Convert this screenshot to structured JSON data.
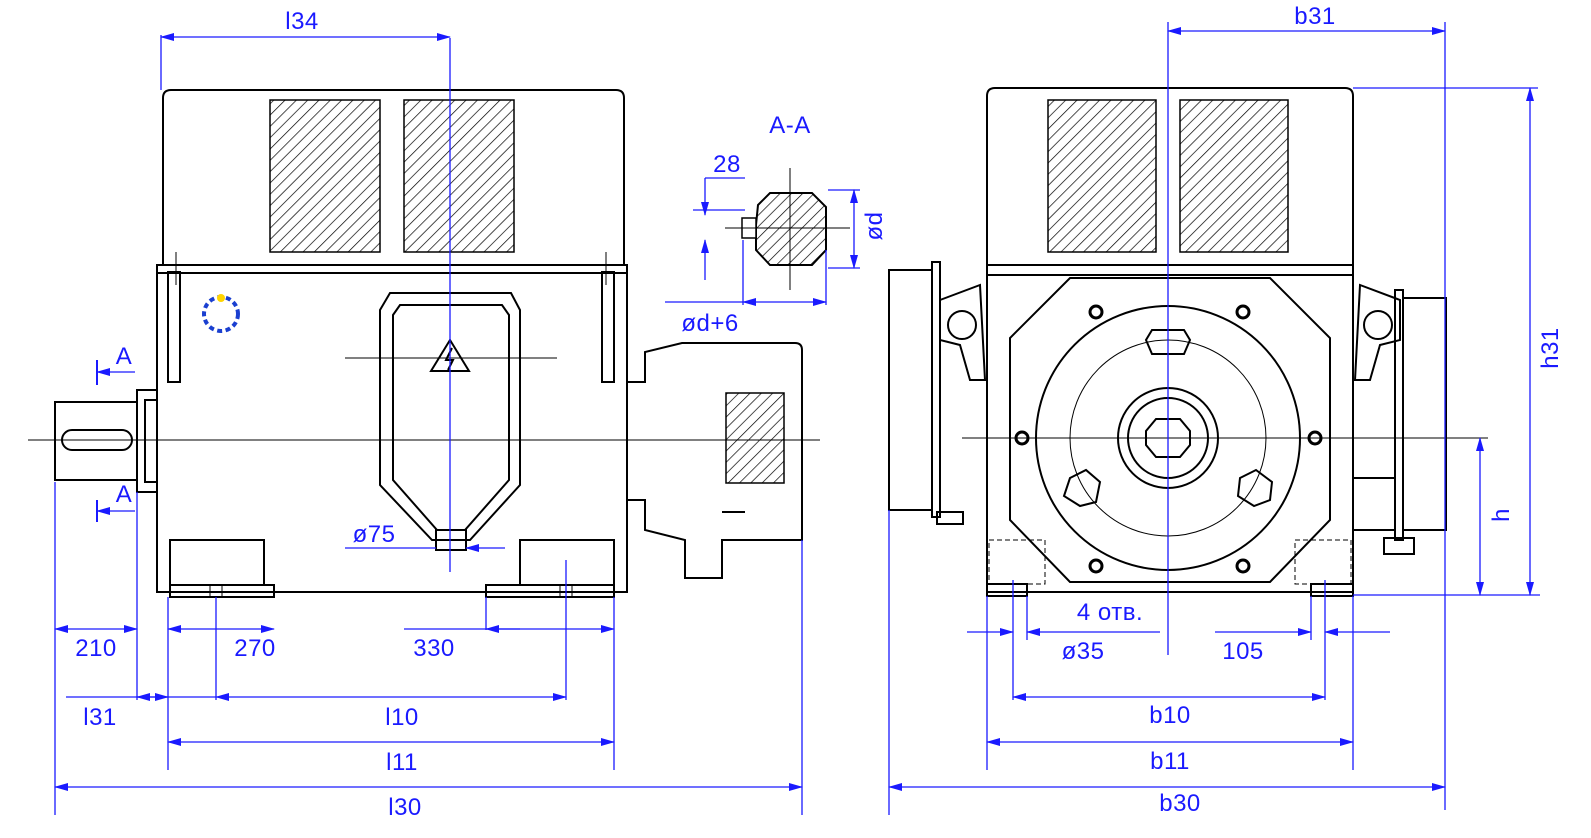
{
  "dimensions": {
    "l34": "l34",
    "b31": "b31",
    "section": "A-A",
    "key_28": "28",
    "od": "ød",
    "od6": "ød+6",
    "sect_a_top": "A",
    "sect_a_bottom": "A",
    "d75": "ø75",
    "d210": "210",
    "d270": "270",
    "d330": "330",
    "l31": "l31",
    "l10": "l10",
    "l11": "l11",
    "l30": "l30",
    "holes": "4 отв.",
    "d35": "ø35",
    "d105": "105",
    "b10": "b10",
    "b11": "b11",
    "b30": "b30",
    "h31": "h31",
    "h": "h"
  },
  "colors": {
    "dimension": "#1a1aff",
    "outline": "#000000",
    "marker_star": "#1a3fd0",
    "marker_dot": "#ffd400"
  },
  "icons": [
    "high-voltage-warning-icon",
    "rotation-marker-icon"
  ]
}
